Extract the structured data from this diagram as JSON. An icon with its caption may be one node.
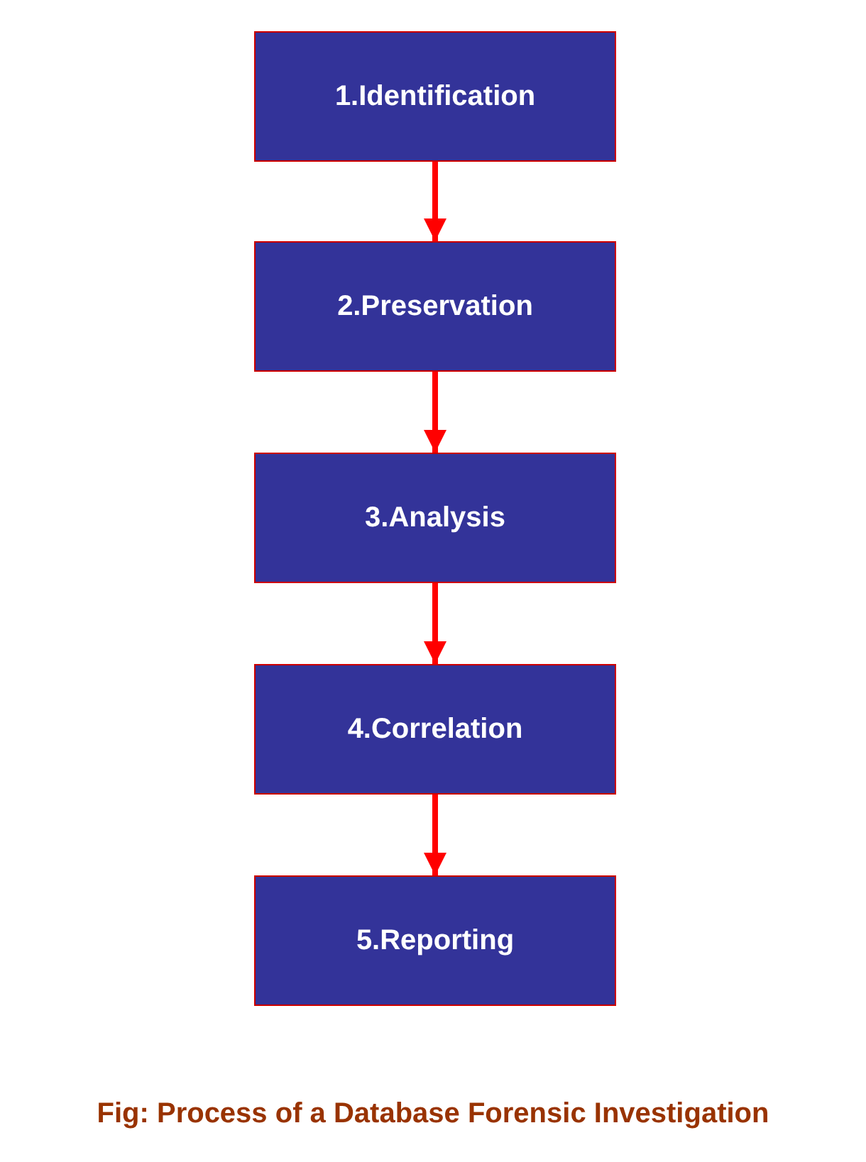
{
  "diagram": {
    "caption": "Fig: Process of a Database Forensic Investigation",
    "nodes": [
      {
        "text": [
          "1.Identification"
        ]
      },
      {
        "text": [
          "2.Preservation"
        ]
      },
      {
        "text": [
          "3.Analysis"
        ]
      },
      {
        "text": [
          "4.Correlation"
        ]
      },
      {
        "text": [
          "5.Reporting"
        ]
      }
    ],
    "edges": [
      {
        "from": 0,
        "to": 1,
        "arrow": "to"
      },
      {
        "from": 1,
        "to": 2,
        "arrow": "to"
      },
      {
        "from": 2,
        "to": 3,
        "arrow": "to"
      },
      {
        "from": 3,
        "to": 4,
        "arrow": "to"
      }
    ]
  }
}
